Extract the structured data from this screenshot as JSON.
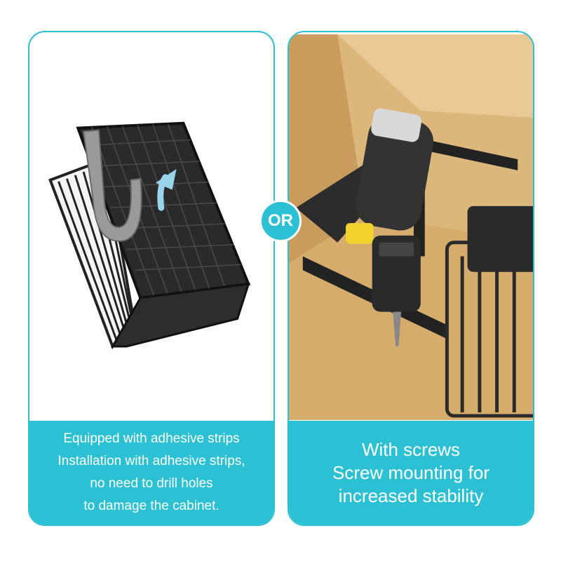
{
  "left_panel": {
    "lines": [
      "Equipped with adhesive strips",
      "Installation with adhesive strips,",
      "no need to drill holes",
      "to damage the cabinet."
    ]
  },
  "right_panel": {
    "lines": [
      "With screws",
      "Screw mounting for",
      "increased stability"
    ]
  },
  "separator": {
    "label": "OR"
  },
  "colors": {
    "accent": "#2bc0d3",
    "wood": "#d9b47a",
    "basket": "#2a2a2a",
    "drill_yellow": "#f2d22e"
  }
}
